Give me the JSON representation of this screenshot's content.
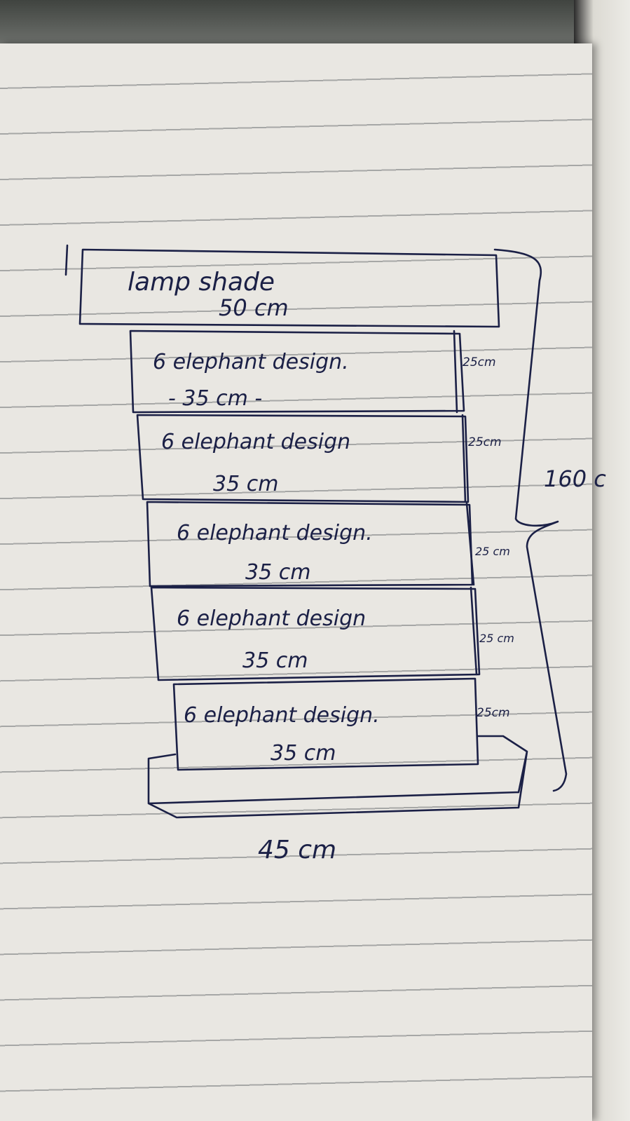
{
  "sketch": {
    "lamp_shade": {
      "label": "lamp shade",
      "width": "50 cm"
    },
    "sections": [
      {
        "label": "6 elephant design.",
        "width": "- 35 cm -",
        "height": "25cm"
      },
      {
        "label": "6 elephant design",
        "width": "35 cm",
        "height": "25cm"
      },
      {
        "label": "6 elephant design.",
        "width": "35 cm",
        "height": "25 cm"
      },
      {
        "label": "6 elephant design",
        "width": "35 cm",
        "height": "25 cm"
      },
      {
        "label": "6 elephant design.",
        "width": "35 cm",
        "height": "25cm"
      }
    ],
    "total_height": "160 c",
    "base_width": "45 cm"
  },
  "ink_color": "#1b2046"
}
